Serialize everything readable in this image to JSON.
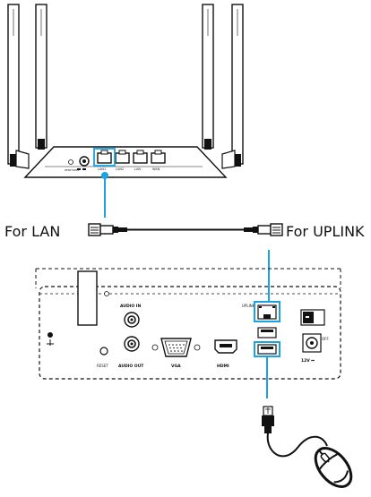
{
  "labels": {
    "for_lan": "For LAN",
    "for_uplink": "For UPLINK"
  },
  "router": {
    "button_label": "RESET/WPS",
    "ports": [
      "LAN1",
      "LAN2",
      "LAN",
      "WAN"
    ]
  },
  "nvr": {
    "audio_in": "AUDIO IN",
    "audio_out": "AUDIO OUT",
    "reset": "RESET",
    "vga": "VGA",
    "hdmi": "HDMI",
    "uplink": "UPLINK",
    "power_off": "OFF",
    "power_input": "12V ⎓"
  },
  "colors": {
    "accent": "#1aa3e0",
    "line": "#111111"
  }
}
